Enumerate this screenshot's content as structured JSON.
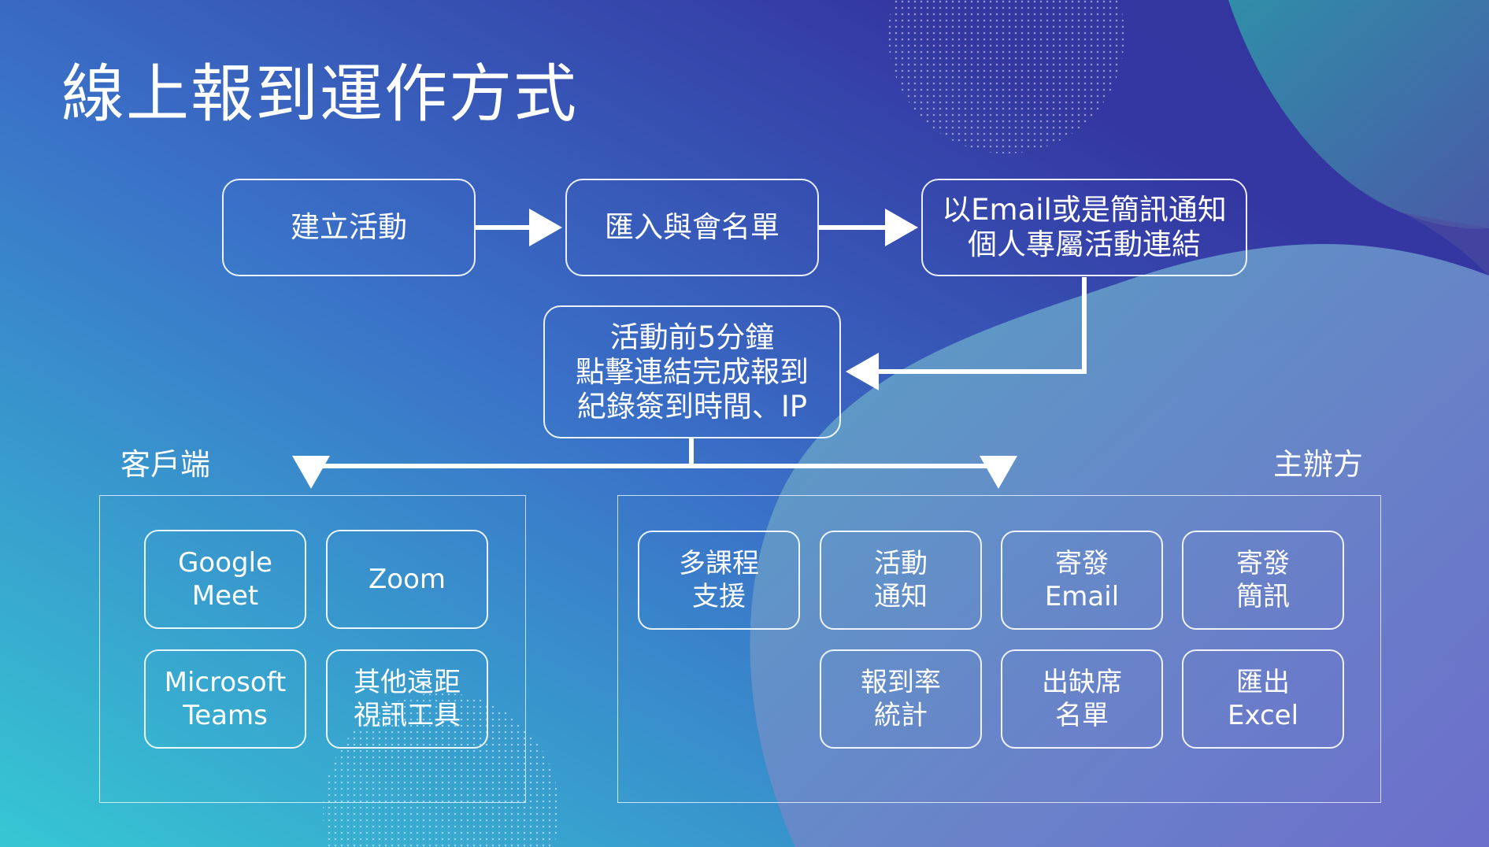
{
  "title": "線上報到運作方式",
  "flow": {
    "step1": "建立活動",
    "step2": "匯入與會名單",
    "step3": "以Email或是簡訊通知\n個人專屬活動連結",
    "step4": "活動前5分鐘\n點擊連結完成報到\n紀錄簽到時間、IP"
  },
  "client": {
    "label": "客戶端",
    "tools": [
      "Google\nMeet",
      "Zoom",
      "Microsoft\nTeams",
      "其他遠距\n視訊工具"
    ]
  },
  "host": {
    "label": "主辦方",
    "features": [
      "多課程\n支援",
      "活動\n通知",
      "寄發\nEmail",
      "寄發\n簡訊",
      "報到率\n統計",
      "出缺席\n名單",
      "匯出\nExcel"
    ]
  },
  "colors": {
    "bg_teal": "#2aa6b8",
    "bg_indigo": "#3a3fa0",
    "bg_purple": "#6660b8",
    "line": "#ffffff"
  }
}
